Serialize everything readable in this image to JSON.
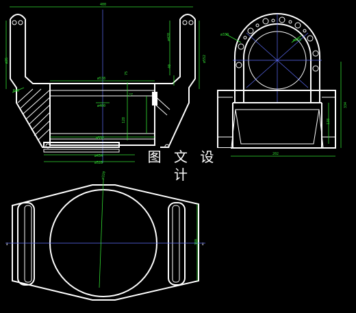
{
  "watermark": "图 文 设 计",
  "front_view": {
    "top_width": "400",
    "dims": [
      "R40",
      "ø26",
      "ø538",
      "ø400",
      "ø532",
      "ø434",
      "ø528",
      "ø552",
      "ø428",
      "27",
      "128",
      "40",
      "75"
    ]
  },
  "side_view": {
    "dims": [
      "ø330",
      "ø370",
      "202",
      "334",
      "138"
    ]
  },
  "top_view": {
    "dims": [
      "ø320",
      "380"
    ]
  }
}
